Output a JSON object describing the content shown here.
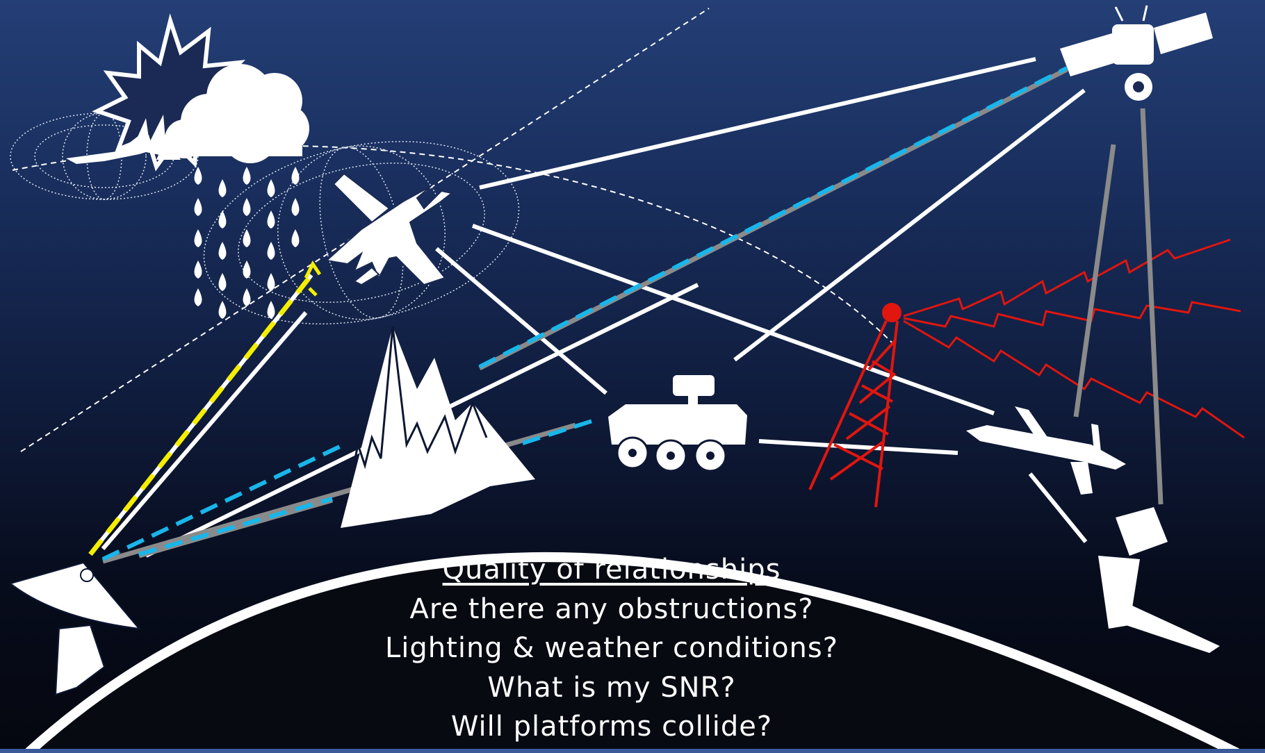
{
  "caption": {
    "title": "Quality of relationships",
    "lines": [
      "Are there any obstructions?",
      "Lighting & weather conditions?",
      "What is my SNR?",
      "Will platforms collide?"
    ]
  },
  "colors": {
    "background_top": "#243f76",
    "background_bottom": "#05070f",
    "link_white": "#ffffff",
    "link_gray": "#8a8a8a",
    "link_dash_cyan": "#19b6ea",
    "link_dash_yellow": "#f5ee00",
    "jamming_red": "#e0160f"
  },
  "icons": [
    "satellite-icon",
    "sun-icon",
    "storm-cloud-icon",
    "fighter-jet-icon",
    "aircraft-icon",
    "mountains-icon",
    "armored-vehicle-icon",
    "radio-tower-icon",
    "drone-icon",
    "ground-sensor-icon",
    "satellite-dish-icon"
  ]
}
